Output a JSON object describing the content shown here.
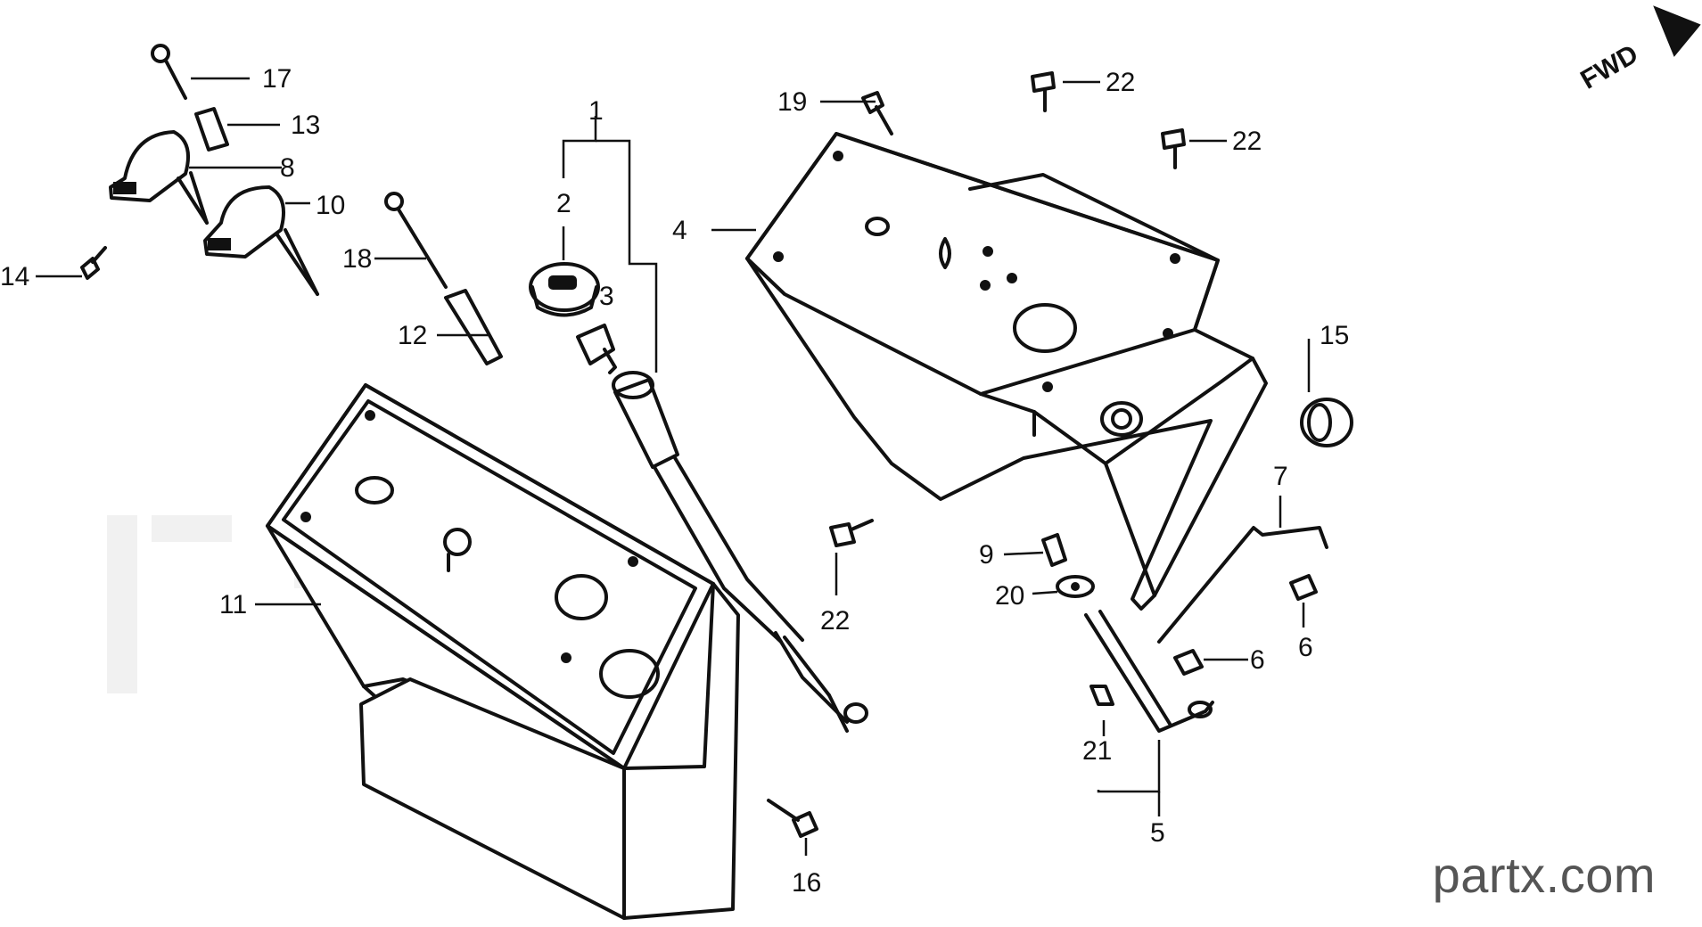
{
  "diagram": {
    "direction_marker": "FWD",
    "site_mark": "partx.com",
    "callouts": {
      "c1": "1",
      "c2": "2",
      "c3": "3",
      "c4": "4",
      "c5": "5",
      "c6a": "6",
      "c6b": "6",
      "c7": "7",
      "c8": "8",
      "c9": "9",
      "c10": "10",
      "c11": "11",
      "c12": "12",
      "c13": "13",
      "c14": "14",
      "c15": "15",
      "c16": "16",
      "c17": "17",
      "c18": "18",
      "c19": "19",
      "c20": "20",
      "c21": "21",
      "c22a": "22",
      "c22b": "22",
      "c22c": "22"
    }
  }
}
